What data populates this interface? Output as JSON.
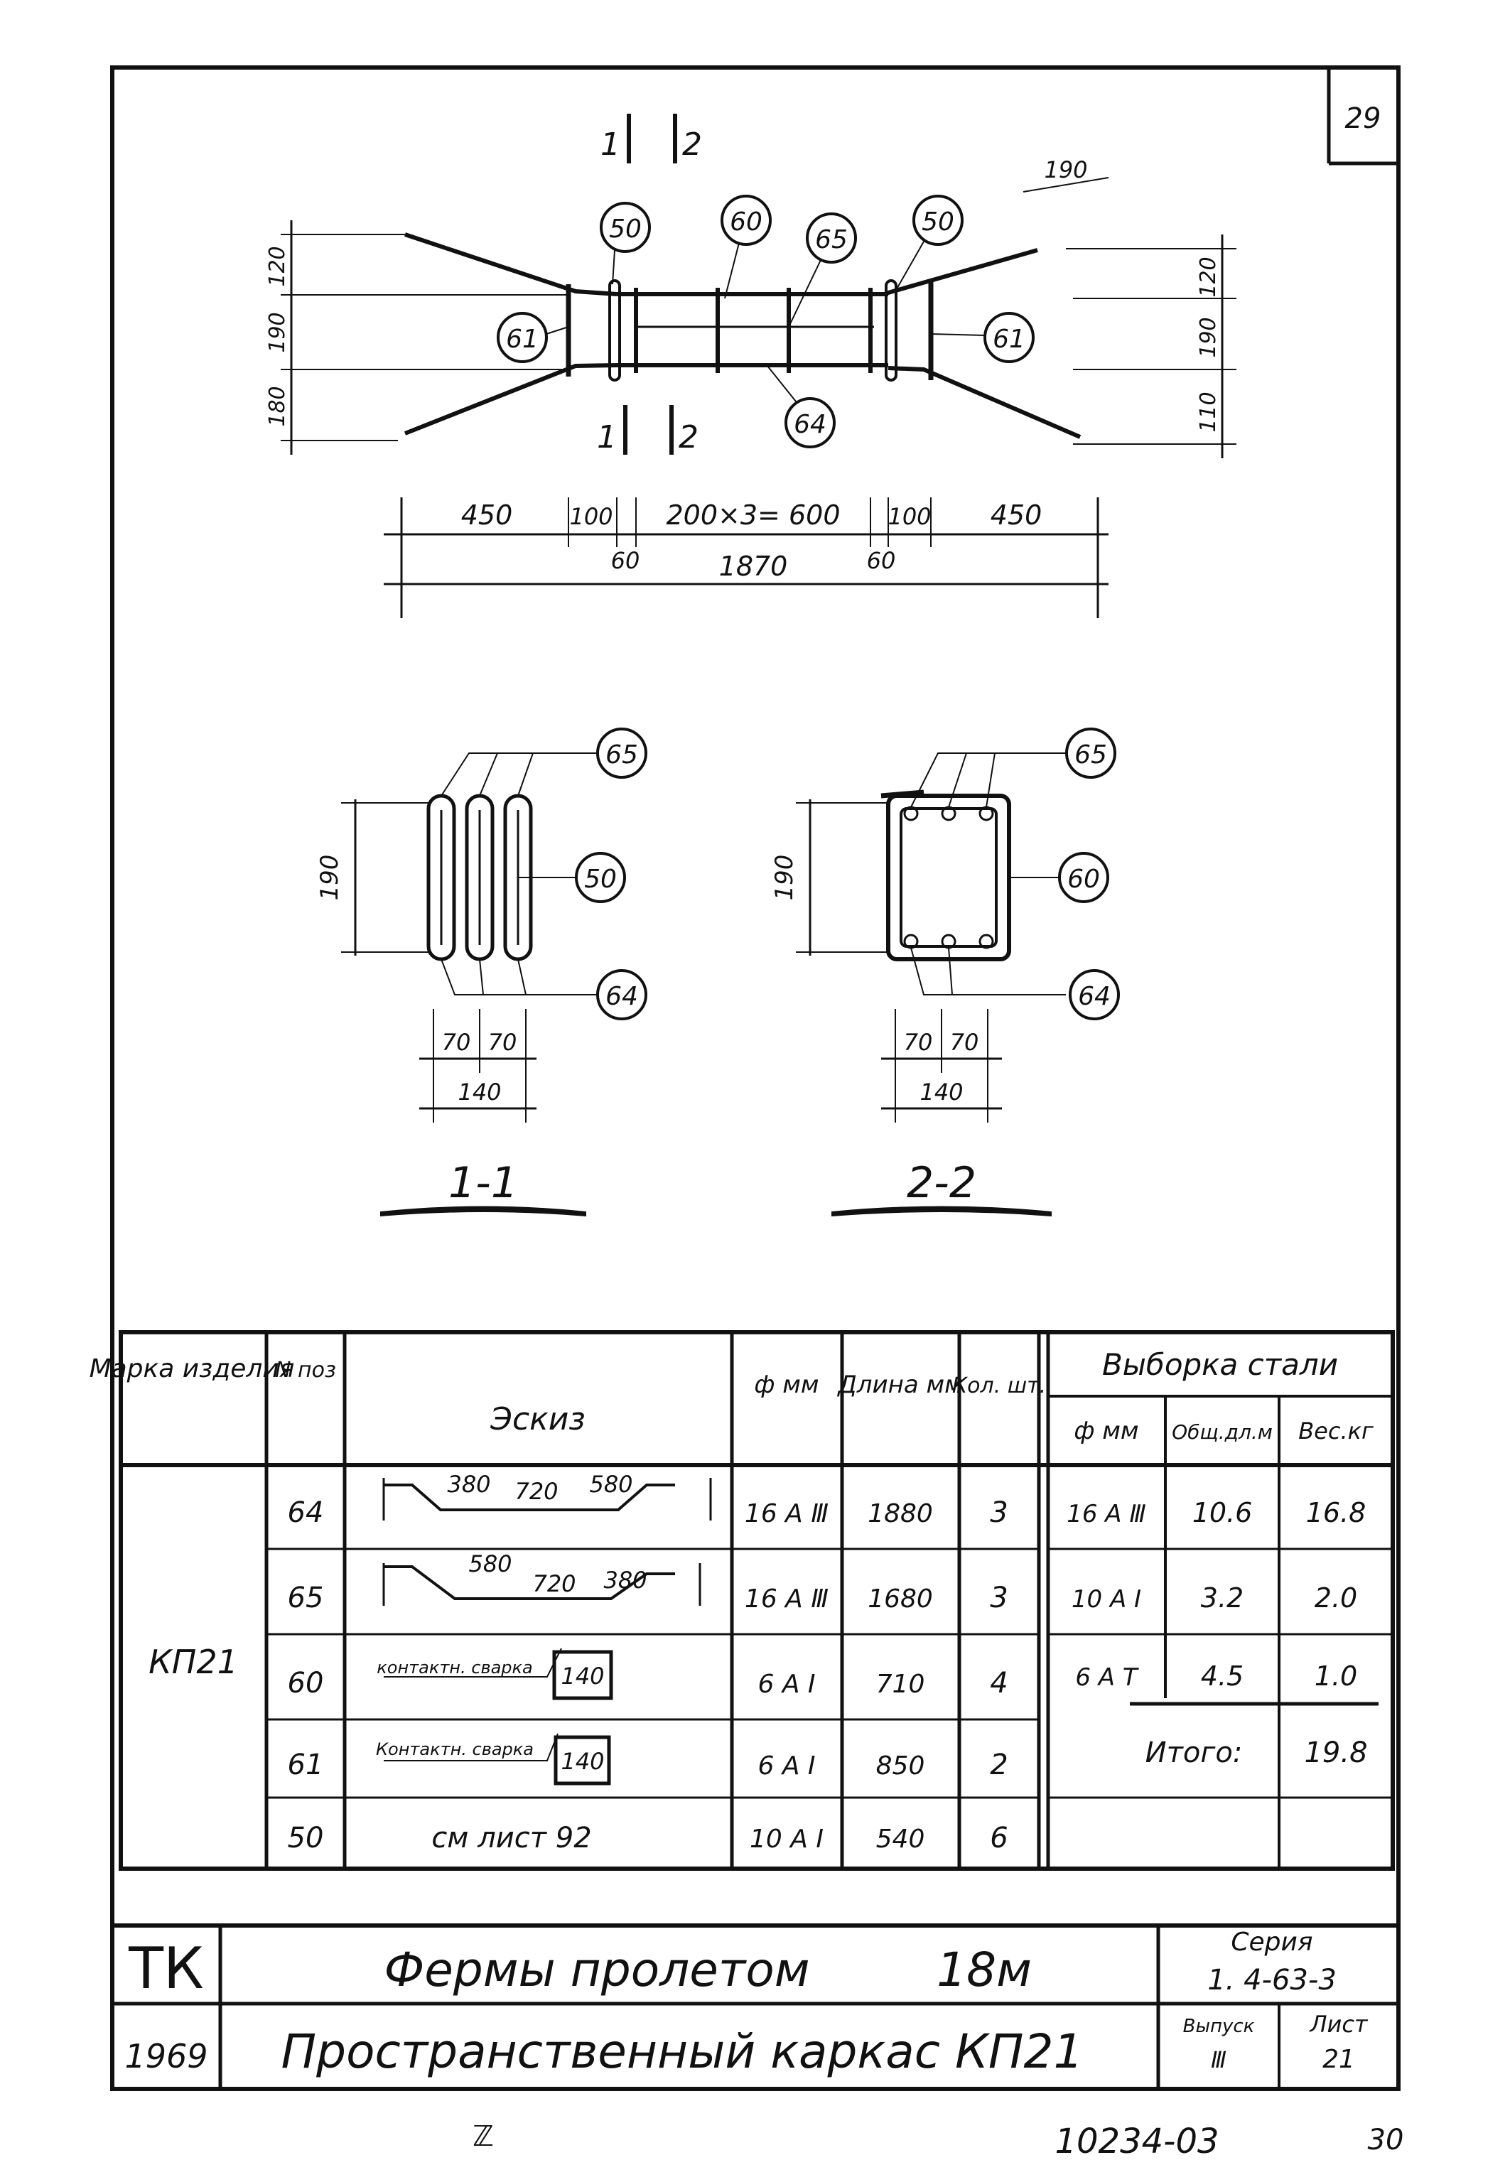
{
  "sheet_number_top": "29",
  "page_number_bottom": "30",
  "archive_code": "10234-03",
  "footer_mark": "ℤ",
  "plan_view": {
    "section_marks": [
      "1",
      "2",
      "1",
      "2"
    ],
    "positions": [
      "50",
      "60",
      "65",
      "50",
      "61",
      "61",
      "64"
    ],
    "left_dims": [
      "120",
      "190",
      "180"
    ],
    "right_dims": [
      "190",
      "120",
      "190",
      "110"
    ],
    "bottom_dims": [
      "450",
      "100",
      "200×3= 600",
      "100",
      "450"
    ],
    "small_dims": [
      "60",
      "60"
    ],
    "overall": "1870"
  },
  "section_1_1": {
    "label": "1-1",
    "positions": [
      "65",
      "50",
      "64"
    ],
    "height": "190",
    "widths": [
      "70",
      "70",
      "140"
    ]
  },
  "section_2_2": {
    "label": "2-2",
    "positions": [
      "65",
      "60",
      "64"
    ],
    "height": "190",
    "widths": [
      "70",
      "70",
      "140"
    ]
  },
  "spec_table": {
    "headers": {
      "mark": "Марка изделия",
      "pos": "N поз",
      "sketch": "Эскиз",
      "dia": "ф мм",
      "length": "Длина мм",
      "qty": "Кол. шт.",
      "steel": "Выборка стали",
      "steel_dia": "ф мм",
      "steel_total": "Общ.дл.м",
      "steel_weight": "Вес.кг"
    },
    "mark": "КП21",
    "rows": [
      {
        "pos": "64",
        "sketch_dims": [
          "380",
          "720",
          "580"
        ],
        "dia": "16 A Ⅲ",
        "length": "1880",
        "qty": "3"
      },
      {
        "pos": "65",
        "sketch_dims": [
          "580",
          "720",
          "380"
        ],
        "dia": "16 A Ⅲ",
        "length": "1680",
        "qty": "3"
      },
      {
        "pos": "60",
        "sketch_note": "контактн. сварка",
        "sketch_box": "140",
        "dia": "6 A I",
        "length": "710",
        "qty": "4"
      },
      {
        "pos": "61",
        "sketch_note": "Контактн. сварка",
        "sketch_box": "140",
        "dia": "6 A I",
        "length": "850",
        "qty": "2"
      },
      {
        "pos": "50",
        "sketch_note": "см лист 92",
        "dia": "10 A I",
        "length": "540",
        "qty": "6"
      }
    ],
    "steel_rows": [
      {
        "dia": "16 A Ⅲ",
        "total": "10.6",
        "weight": "16.8"
      },
      {
        "dia": "10 A I",
        "total": "3.2",
        "weight": "2.0"
      },
      {
        "dia": "6 A T",
        "total": "4.5",
        "weight": "1.0"
      }
    ],
    "total_label": "Итого:",
    "total_value": "19.8"
  },
  "title_block": {
    "org": "ТК",
    "year": "1969",
    "title1": "Фермы пролетом",
    "span": "18м",
    "title2": "Пространственный каркас КП21",
    "series_label": "Серия",
    "series": "1. 4-63-3",
    "issue_label": "Выпуск",
    "issue": "Ⅲ",
    "sheet_label": "Лист",
    "sheet": "21"
  }
}
